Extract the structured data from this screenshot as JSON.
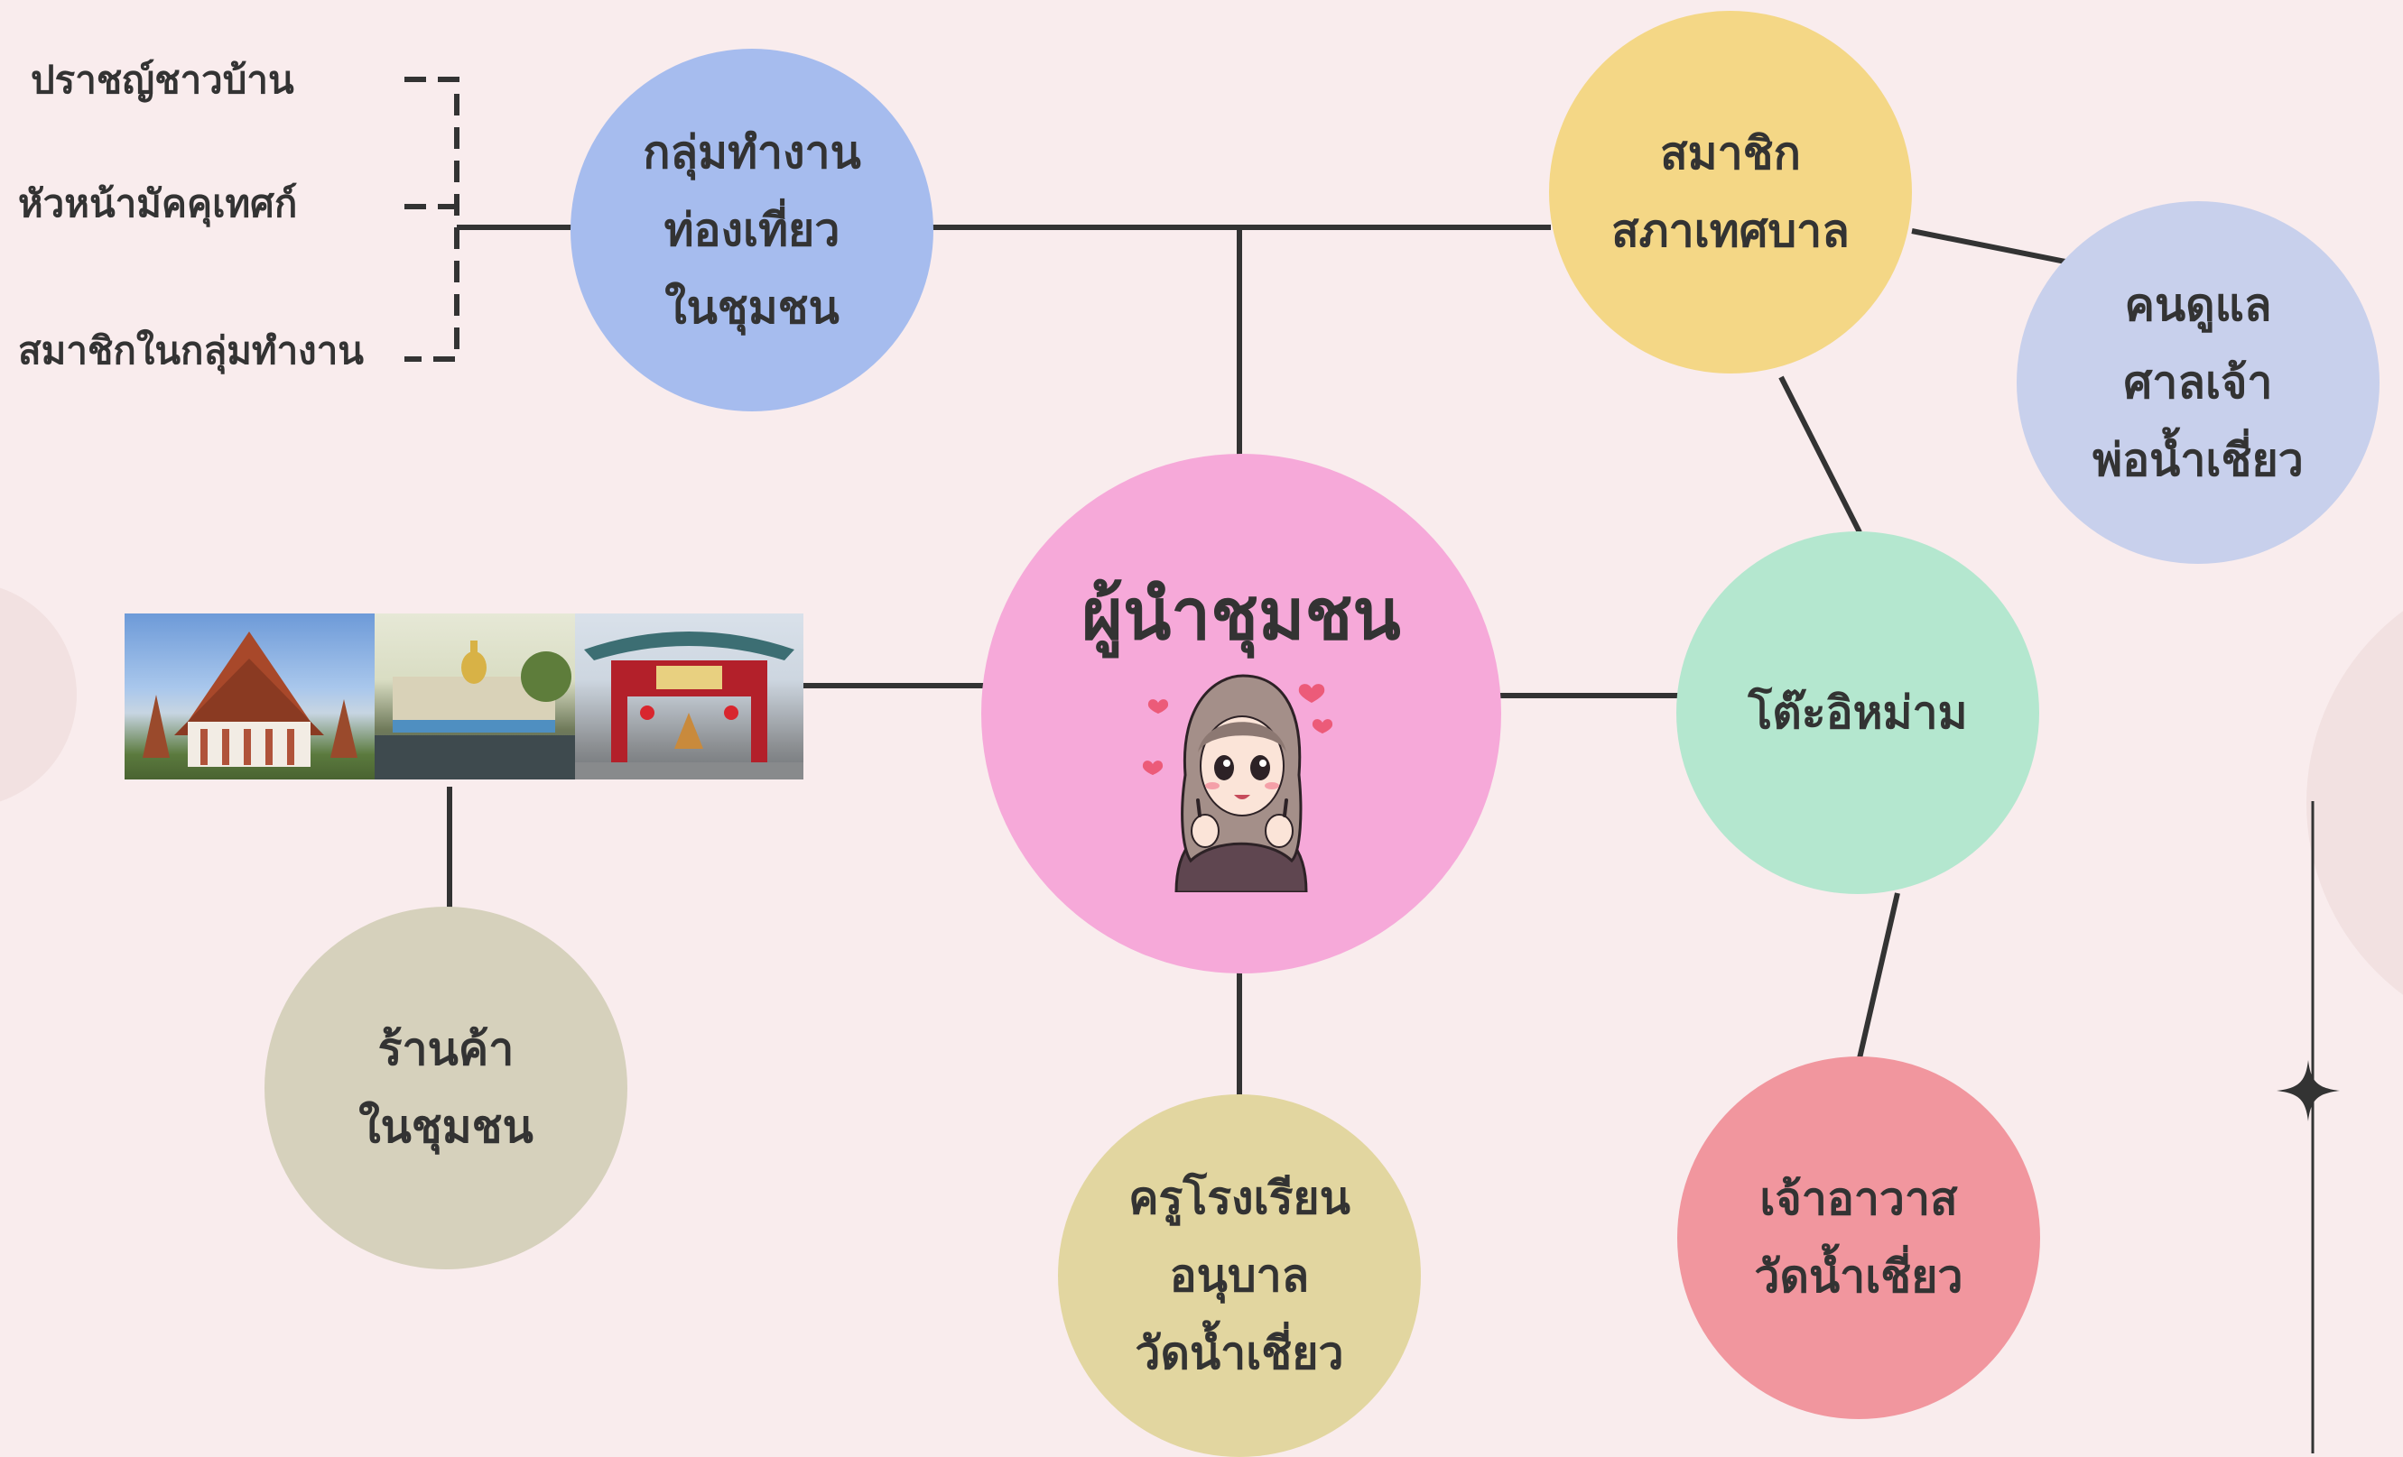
{
  "colors": {
    "background": "#f9eced",
    "line": "#333333",
    "text": "#333333",
    "center": "#f6a9d9",
    "tourism": "#a6bcee",
    "council": "#f4d786",
    "shrine": "#c8d0ec",
    "imam": "#b4e7cf",
    "abbot": "#f1969e",
    "teacher": "#e2d6a0",
    "shop": "#d6d1bc"
  },
  "nodes": {
    "center": "ผู้นำชุมชน",
    "tourism": "กลุ่มทำงาน\nท่องเที่ยว\nในชุมชน",
    "council": "สมาชิก\nสภาเทศบาล",
    "shrine": "คนดูแล\nศาลเจ้า\nพ่อน้ำเชี่ยว",
    "imam": "โต๊ะอิหม่าม",
    "abbot": "เจ้าอาวาส\nวัดน้ำเชี่ยว",
    "teacher": "ครูโรงเรียน\nอนุบาล\nวัดน้ำเชี่ยว",
    "shop": "ร้านค้า\nในชุมชน"
  },
  "side_labels": {
    "sage": "ปราชญ์ชาวบ้าน",
    "guide_head": "หัวหน้ามัคคุเทศก์",
    "work_member": "สมาชิกในกลุ่มทำงาน"
  },
  "icons": {
    "mascot": "hijab-girl-mascot-icon",
    "hearts": "heart-icon",
    "sparkle": "four-point-star-icon",
    "photos": [
      "temple-photo",
      "mosque-photo",
      "chinese-shrine-gate-photo"
    ]
  }
}
